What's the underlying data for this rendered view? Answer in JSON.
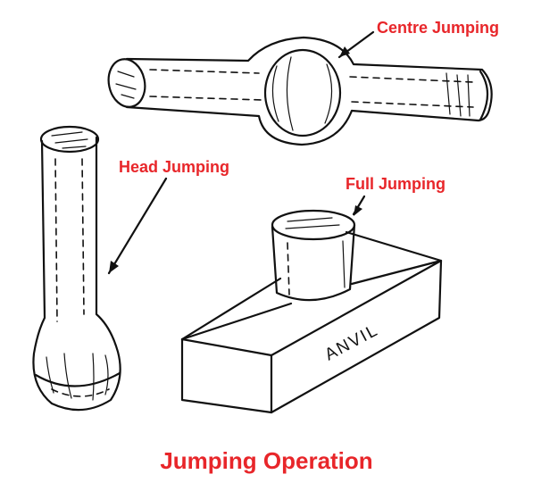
{
  "labels": {
    "centre": "Centre Jumping",
    "head": "Head Jumping",
    "full": "Full Jumping",
    "anvil": "ANVIL"
  },
  "title": "Jumping Operation",
  "colors": {
    "label": "#e8262a",
    "ink": "#111111"
  }
}
